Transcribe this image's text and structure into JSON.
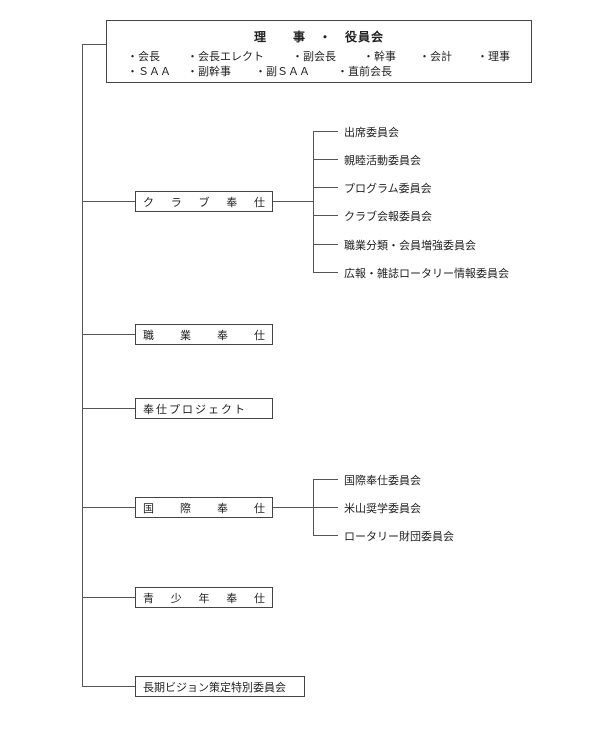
{
  "board": {
    "title": "理　　事　・　役員会",
    "roles_row1": [
      "・会長",
      "・会長エレクト",
      "・副会長",
      "・幹事",
      "・会計",
      "・理事"
    ],
    "roles_row2": [
      "・ＳＡＡ",
      "・副幹事",
      "・副ＳＡＡ",
      "・直前会長"
    ]
  },
  "services": [
    {
      "label": "ク ラ ブ 奉 仕",
      "subs": [
        "出席委員会",
        "親睦活動委員会",
        "プログラム委員会",
        "クラブ会報委員会",
        "職業分類・会員増強委員会",
        "広報・雑誌ロータリー情報委員会"
      ]
    },
    {
      "label": "職 業 奉 仕",
      "subs": []
    },
    {
      "label": "奉仕プロジェクト",
      "subs": []
    },
    {
      "label": "国 際 奉 仕",
      "subs": [
        "国際奉仕委員会",
        "米山奨学委員会",
        "ロータリー財団委員会"
      ]
    },
    {
      "label": "青 少 年 奉 仕",
      "subs": []
    },
    {
      "label": "長期ビジョン策定特別委員会",
      "subs": []
    }
  ]
}
